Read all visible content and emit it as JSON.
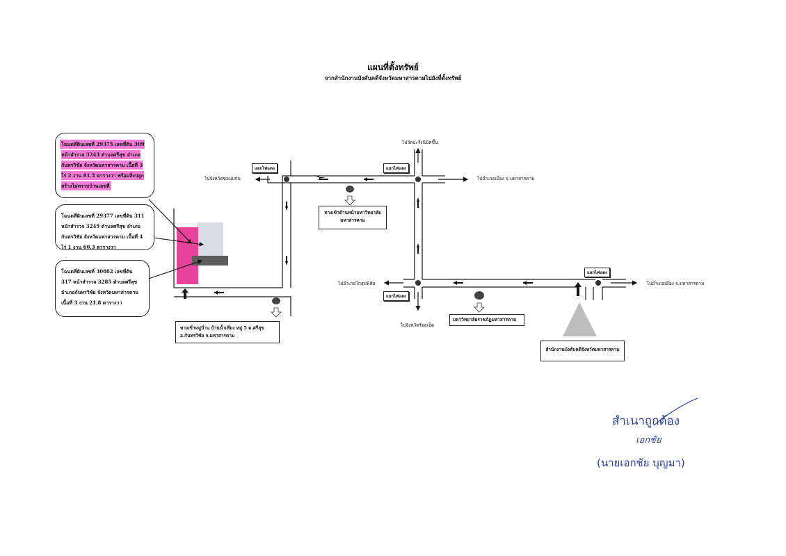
{
  "header": {
    "title": "แผนที่ตั้งทรัพย์",
    "subtitle": "จากสำนักงานบังคับคดีจังหวัดมหาสารคามไปยังที่ตั้งทรัพย์"
  },
  "callouts": [
    {
      "text": "โฉนดที่ดินเลขที่ 29375 เลขที่ดิน 309 หน้าสำรวจ 3243 ตำบลศรีสุข อำเภอกันทรวิชัย จังหวัดมหาสารคาม เนื้อที่ 3 ไร่ 2 งาน 81.5 ตารางวา พร้อมสิ่งปลูกสร้างไม่ทราบบ้านเลขที่",
      "highlight_color": "#f27bd6"
    },
    {
      "text": "โฉนดที่ดินเลขที่ 29377 เลขที่ดิน 311 หน้าสำรวจ 3245 ตำบลศรีสุข อำเภอกันทรวิชัย จังหวัดมหาสารคาม เนื้อที่ 4 ไร่ 1 งาน 60.3 ตารางวา"
    },
    {
      "text": "โฉนดที่ดินเลขที่ 30662 เลขที่ดิน 317 หน้าสำรวจ 3285 ตำบลศรีสุข อำเภอกันทรวิชัย จังหวัดมหาสารคาม เนื้อที่ 3 งาน 21.8 ตารางวา"
    }
  ],
  "signals": {
    "label": "แยกไฟแดง"
  },
  "directions": {
    "khon_kaen": "ไปจังหวัดขอนแก่น",
    "wat_prachanimit": "ไปวัดปะรังนิมิตขึ้น",
    "mueang_1": "ไปอำเภอเมือง จ.มหาสารคาม",
    "kosum": "ไปอำเภอโกสุมพิสัย",
    "roi_et": "ไปจังหวัดร้อยเอ็ด",
    "mueang_2": "ไปอำเภอเมือง จ.มหาสารคาม"
  },
  "landmarks": {
    "university_entrance": "ทางเข้าด้านหน้ามหาวิทยาลัยมหาสารคาม",
    "rajabhat": "มหาวิทยาลัยราชภัฏมหาสารคาม",
    "village_entrance": "ทางเข้าหมู่บ้าน บ้านน้ำเที่ยง หมู่ 5 ต.ศรีสุข อ.กันทรวิชัย จ.มหาสารคาม",
    "office": "สำนักงานบังคับคดีจังหวัดมหาสารคาม"
  },
  "stamp": {
    "certified": "สำเนาถูกต้อง",
    "signature": "เอกชัย",
    "name": "(นายเอกชัย บุญมา)"
  },
  "colors": {
    "parcel_highlight": "#e8439a",
    "parcel_gray": "#d9dce6",
    "stamp_ink": "#2a3fa0"
  }
}
